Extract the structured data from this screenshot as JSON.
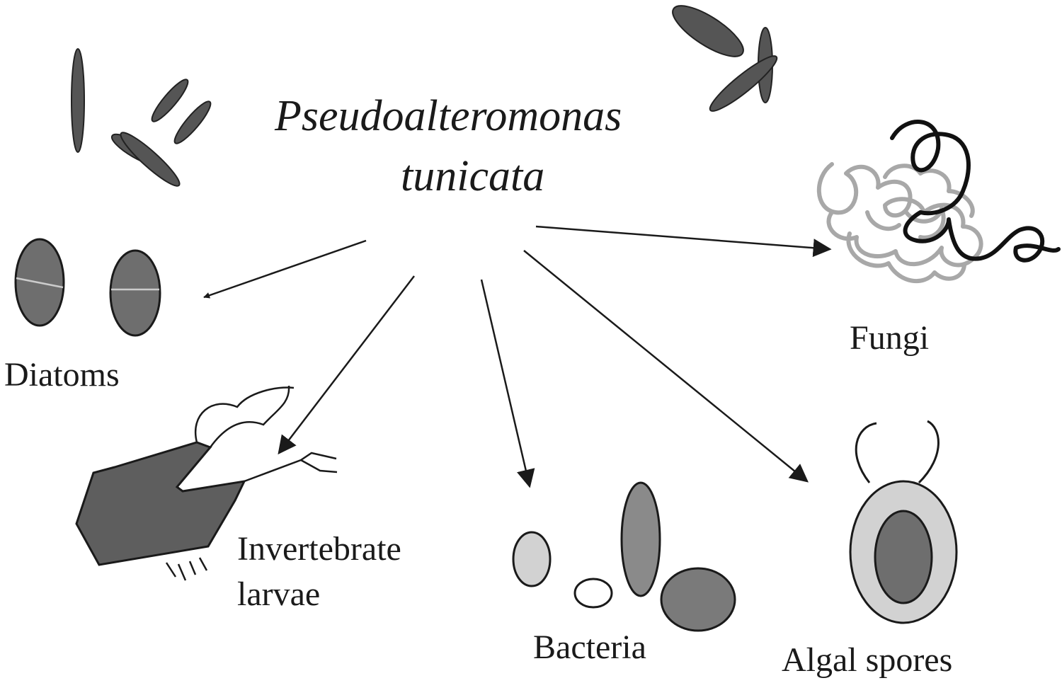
{
  "title": {
    "line1": "Pseudoalteromonas",
    "line2": "tunicata"
  },
  "targets": {
    "diatoms": "Diatoms",
    "fungi": "Fungi",
    "invertebrate_larvae": {
      "line1": "Invertebrate",
      "line2": "larvae"
    },
    "bacteria": "Bacteria",
    "algal_spores": "Algal spores"
  },
  "colors": {
    "ink": "#1a1a1a",
    "cell_dark": "#555555",
    "cell_mid": "#7a7a7a",
    "cell_light": "#d2d2d2",
    "hyphae_light": "#a8a8a8"
  }
}
